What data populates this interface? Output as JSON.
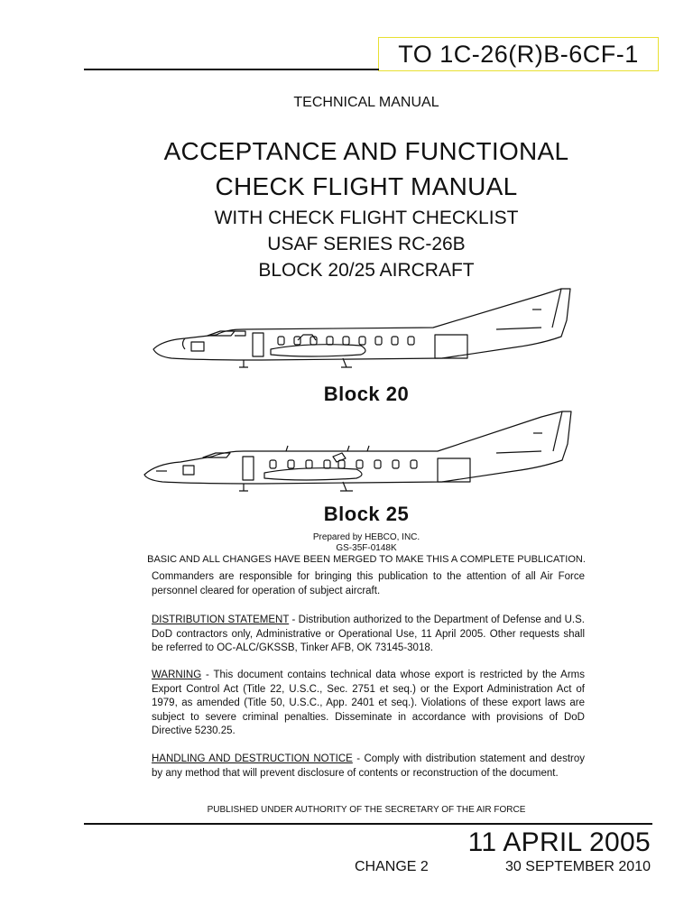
{
  "header": {
    "to_number": "TO 1C-26(R)B-6CF-1"
  },
  "title": {
    "manual_type": "TECHNICAL MANUAL",
    "line1": "ACCEPTANCE AND FUNCTIONAL",
    "line2": "CHECK FLIGHT MANUAL",
    "sub1": "WITH CHECK FLIGHT CHECKLIST",
    "sub2": "USAF SERIES RC-26B",
    "sub3": "BLOCK 20/25 AIRCRAFT"
  },
  "figures": {
    "block20_label": "Block 20",
    "block25_label": "Block 25"
  },
  "preparer": {
    "line1": "Prepared by HEBCO, INC.",
    "line2": "GS-35F-0148K",
    "merged_notice": "BASIC AND ALL CHANGES HAVE BEEN MERGED TO MAKE THIS A COMPLETE PUBLICATION."
  },
  "notices": {
    "commanders": "Commanders are responsible for bringing this publication to the attention of all Air Force personnel cleared for operation of subject aircraft.",
    "distribution_heading": "DISTRIBUTION STATEMENT",
    "distribution_text": " - Distribution authorized to the Department of Defense and U.S. DoD contractors only, Administrative or Operational Use, 11 April 2005. Other requests shall be referred to OC-ALC/GKSSB, Tinker AFB, OK 73145-3018.",
    "warning_heading": "WARNING",
    "warning_text": " - This document contains technical data whose export is restricted by the Arms Export Control Act (Title 22, U.S.C., Sec. 2751 et seq.) or the Export Administration Act of 1979, as amended (Title 50, U.S.C., App. 2401 et seq.). Violations of these export laws are subject to severe criminal penalties. Disseminate in accordance with provisions of DoD Directive 5230.25.",
    "handling_heading": "HANDLING AND DESTRUCTION NOTICE",
    "handling_text": " - Comply with distribution statement and destroy by any method that will prevent disclosure of contents or reconstruction of the document.",
    "authority": "PUBLISHED UNDER AUTHORITY OF THE SECRETARY OF THE AIR FORCE"
  },
  "footer": {
    "date": "11 APRIL 2005",
    "change_label": "CHANGE 2",
    "change_date": "30 SEPTEMBER 2010"
  }
}
